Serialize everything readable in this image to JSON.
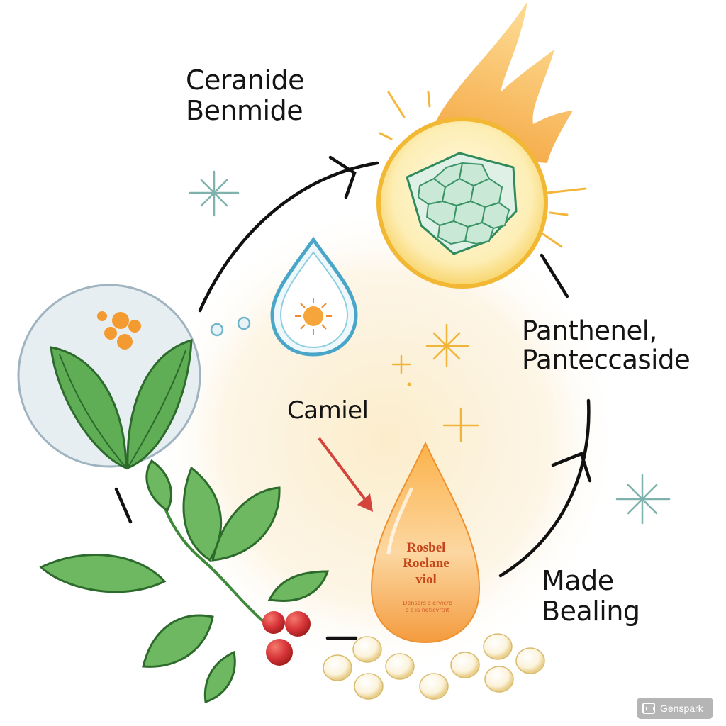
{
  "labels": {
    "top_left": [
      "Ceranide",
      "Benmide"
    ],
    "right": [
      "Panthenel,",
      "Panteccaside"
    ],
    "center": "Camiel",
    "bottom_right": [
      "Made",
      "Bealing"
    ]
  },
  "drop_text": [
    "Rosbel",
    "Roelane",
    "viol"
  ],
  "drop_small_text": [
    "Densers s ervicre",
    "s c  is neticvrtnt"
  ],
  "watermark": "Genspark",
  "colors": {
    "leaf_green": "#4f9a44",
    "sun_yellow": "#f2b733",
    "flame_orange": "#f6a83a",
    "drop_orange": "#f39a3c",
    "berry_red": "#d8353a",
    "water_blue": "#5aaed0",
    "cycle_line": "#111111",
    "sparkle_teal": "#7fb2ad",
    "sparkle_gold": "#f0b43a",
    "arrow_red": "#d4443c"
  }
}
